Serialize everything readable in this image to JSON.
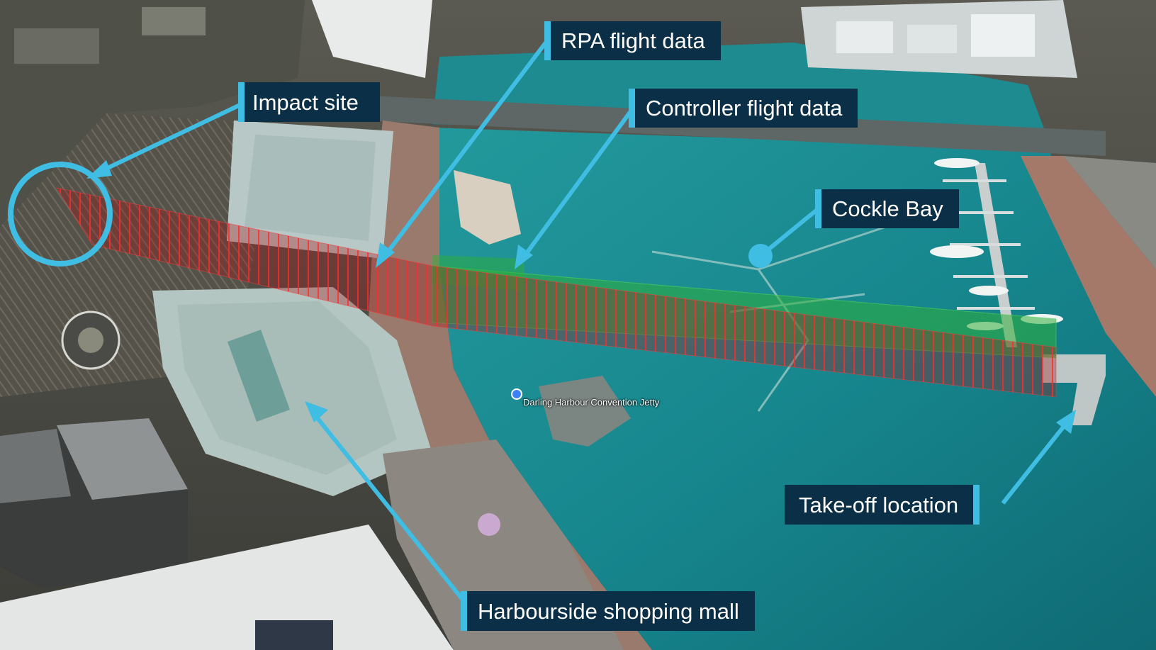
{
  "map": {
    "callouts": {
      "impact_site": "Impact site",
      "rpa_flight_data": "RPA flight data",
      "controller_flight_data": "Controller flight data",
      "cockle_bay": "Cockle Bay",
      "take_off_location": "Take-off location",
      "harbourside_mall": "Harbourside shopping mall"
    },
    "poi": {
      "jetty_label": "Darling Harbour Convention Jetty",
      "jetty_icon": "ferry-pin-icon"
    },
    "colors": {
      "callout_bg": "#0b2f46",
      "callout_accent": "#3fbde3",
      "arrow": "#3fbde3",
      "rpa_track": "#d42a2a",
      "controller_track": "#2fae3a",
      "water": "#1a7f85"
    }
  }
}
